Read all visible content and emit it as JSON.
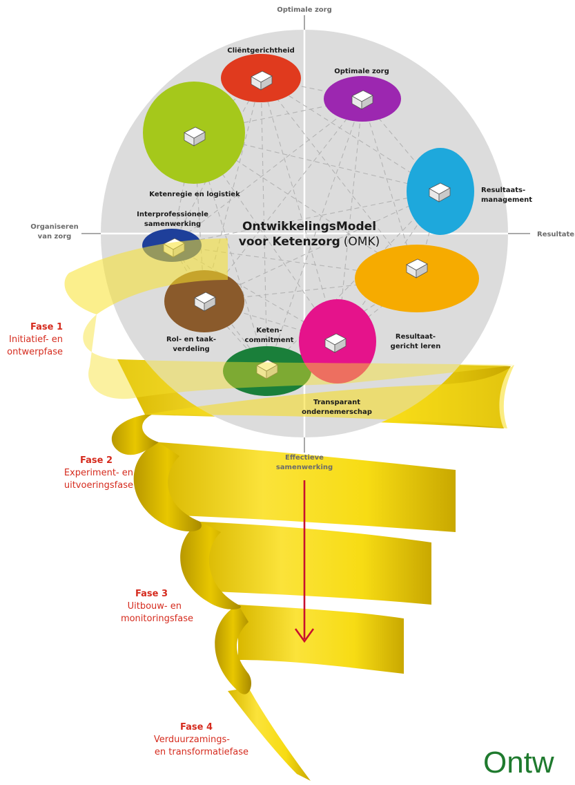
{
  "axes": {
    "top": "Optimale zorg",
    "left_line1": "Organiseren",
    "left_line2": "van zorg",
    "right": "Resultaten",
    "bottom_line1": "Effectieve",
    "bottom_line2": "samenwerking"
  },
  "model_title": {
    "line1": "OntwikkelingsModel",
    "line2_bold": "voor Ketenzorg",
    "line2_suffix": "(OMK)"
  },
  "elements": [
    {
      "label_lines": [
        "Cliëntgerichtheid"
      ],
      "color": "#e03a1e"
    },
    {
      "label_lines": [
        "Optimale zorg"
      ],
      "color": "#9c27b0"
    },
    {
      "label_lines": [
        "Ketenregie en logistiek"
      ],
      "color": "#a5c81b"
    },
    {
      "label_lines": [
        "Resultaats-",
        "management"
      ],
      "color": "#1ea8dc"
    },
    {
      "label_lines": [
        "Interprofessionele",
        "samenwerking"
      ],
      "color": "#1e3f9a"
    },
    {
      "label_lines": [
        "Resultaat-",
        "gericht leren"
      ],
      "color": "#f6ab00"
    },
    {
      "label_lines": [
        "Rol- en taak-",
        "verdeling"
      ],
      "color": "#8a5a2b"
    },
    {
      "label_lines": [
        "Keten-",
        "commitment"
      ],
      "color": "#1a7f3a"
    },
    {
      "label_lines": [
        "Transparant",
        "ondernemerschap"
      ],
      "color": "#e5138b"
    }
  ],
  "phases": [
    {
      "title": "Fase 1",
      "line1": "Initiatief- en",
      "line2": "ontwerpfase"
    },
    {
      "title": "Fase 2",
      "line1": "Experiment- en",
      "line2": "uitvoeringsfase"
    },
    {
      "title": "Fase 3",
      "line1": "Uitbouw- en",
      "line2": "monitoringsfase"
    },
    {
      "title": "Fase 4",
      "line1": "Verduurzamings-",
      "line2": "en transformatiefase"
    }
  ],
  "footer_text": "Ontw",
  "colors": {
    "circle_fill": "#dcdcdc",
    "spiral_yellow": "#f5d90a",
    "phase_red": "#d52b1e",
    "arrow_red": "#c8102e",
    "footer_green": "#1f7a2e"
  }
}
